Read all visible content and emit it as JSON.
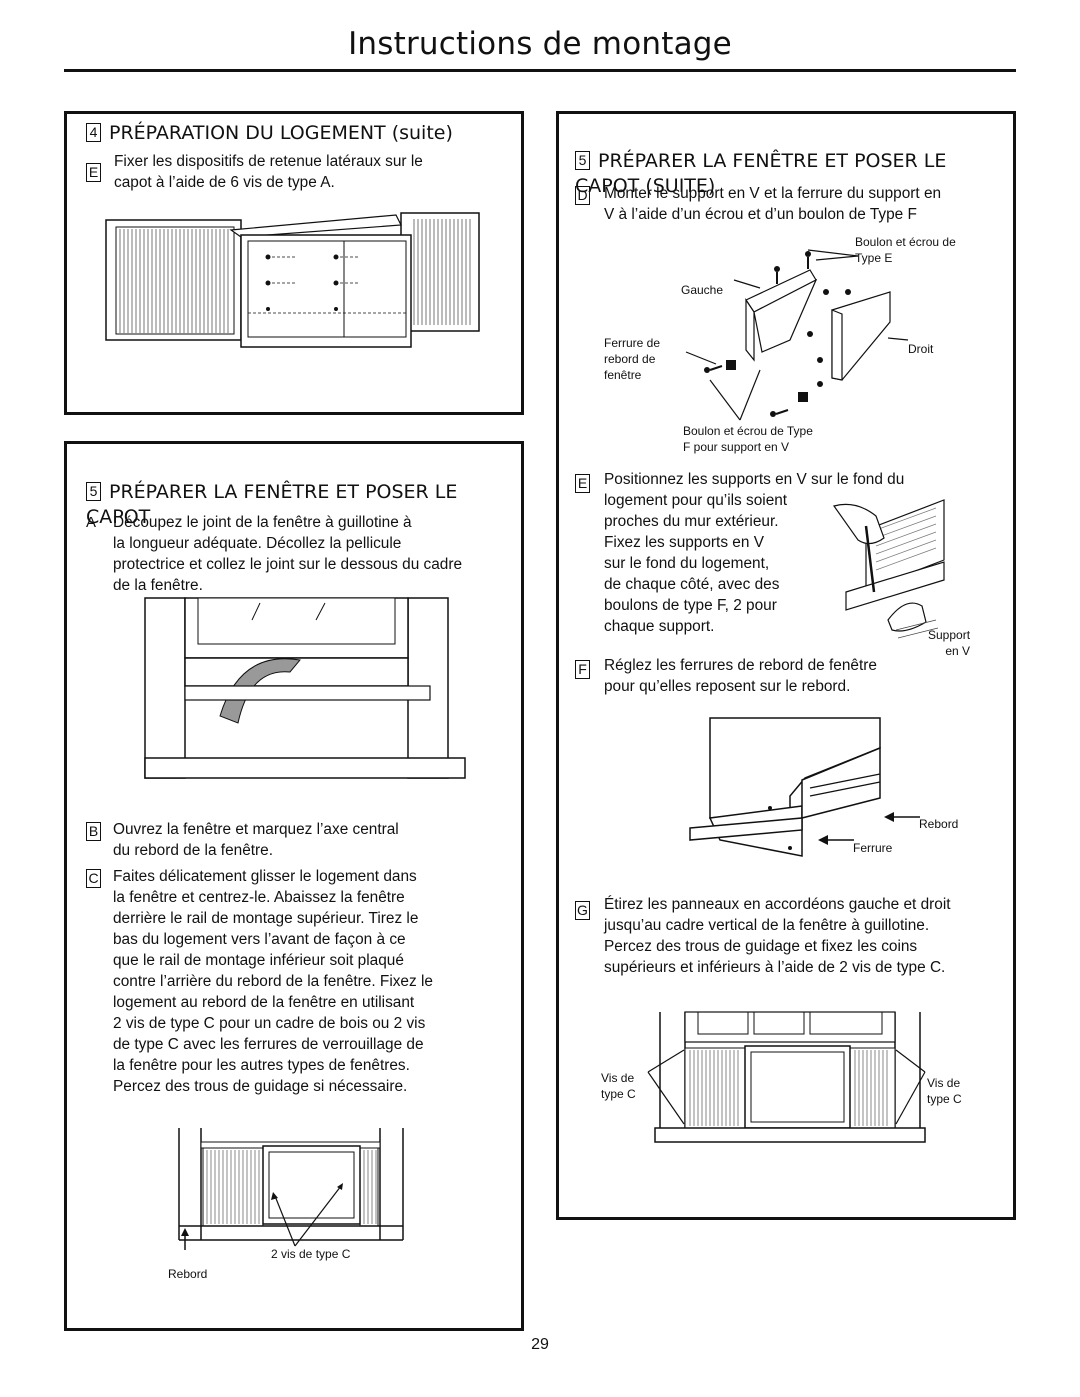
{
  "page": {
    "title": "Instructions de montage",
    "page_number": "29"
  },
  "box1": {
    "step_number": "4",
    "heading": "PRÉPARATION DU LOGEMENT (suite)",
    "step_e": {
      "letter": "E",
      "text": "Fixer les dispositifs de retenue latéraux sur le\ncapot à l’aide de 6 vis de type A."
    }
  },
  "box2": {
    "step_number": "5",
    "heading": "PRÉPARER LA FENÊTRE ET POSER LE\nCAPOT",
    "step_a": {
      "letter": "A",
      "text": "Découpez le joint de la fenêtre à guillotine à\nla longueur adéquate. Décollez la pellicule\nprotectrice et collez le joint sur le dessous du cadre\nde la fenêtre."
    },
    "step_b": {
      "letter": "B",
      "text": "Ouvrez la fenêtre et marquez l’axe central\ndu rebord de la fenêtre."
    },
    "step_c": {
      "letter": "C",
      "text": "Faites délicatement glisser le logement dans\nla fenêtre et centrez-le. Abaissez la fenêtre\nderrière le rail de montage supérieur. Tirez le\nbas du logement vers l’avant de façon à ce\nque le rail de montage inférieur soit plaqué\ncontre l’arrière du rebord de la fenêtre. Fixez le\nlogement au rebord de la fenêtre en utilisant\n2 vis de type C pour un cadre de bois ou 2 vis\nde type C avec les ferrures de verrouillage de\nla fenêtre pour les autres types de fenêtres.\nPercez des trous de guidage si nécessaire."
    },
    "fig_labels": {
      "screws": "2 vis de type C",
      "sill": "Rebord"
    }
  },
  "box3": {
    "step_number": "5",
    "heading": "PRÉPARER LA FENÊTRE ET POSER LE\nCAPOT (SUITE)",
    "step_d": {
      "letter": "D",
      "text": "Monter le support en V et la ferrure du support en\nV à l’aide d’un écrou et d’un boulon de Type F"
    },
    "fig_d_labels": {
      "bolt_e": "Boulon et écrou de\nType E",
      "left": "Gauche",
      "right": "Droit",
      "sill_bracket": "Ferrure de\nrebord de\nfenêtre",
      "bolt_f": "Boulon et écrou de Type\nF pour support en V"
    },
    "step_e": {
      "letter": "E",
      "text": "Positionnez les supports en V sur le fond du\nlogement pour qu’ils soient\nproches du mur extérieur.\nFixez les supports en V\nsur le fond du logement,\nde chaque côté, avec des\nboulons de type F, 2 pour\nchaque support."
    },
    "fig_e_label": "Support\nen V",
    "step_f": {
      "letter": "F",
      "text": "Réglez les ferrures de rebord de fenêtre\npour qu’elles reposent sur le rebord."
    },
    "fig_f_labels": {
      "sill": "Rebord",
      "bracket": "Ferrure"
    },
    "step_g": {
      "letter": "G",
      "text": "Étirez les panneaux en accordéons gauche et droit\njusqu’au cadre vertical de la fenêtre à guillotine.\nPercez des trous de guidage et fixez les coins\nsupérieurs et inférieurs à l’aide de 2 vis de type C."
    },
    "fig_g_labels": {
      "left_screw": "Vis de\ntype C",
      "right_screw": "Vis de\ntype C"
    }
  }
}
